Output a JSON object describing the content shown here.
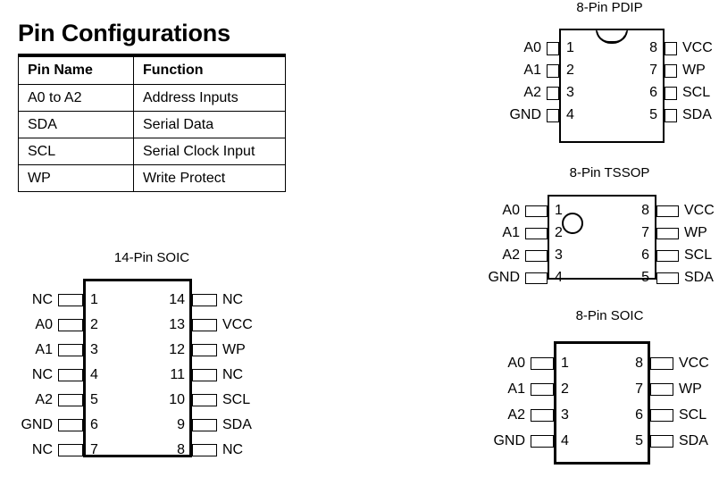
{
  "page": {
    "title": "Pin Configurations"
  },
  "pin_table": {
    "headers": [
      "Pin Name",
      "Function"
    ],
    "rows": [
      {
        "name": "A0 to A2",
        "function": "Address Inputs"
      },
      {
        "name": "SDA",
        "function": "Serial Data"
      },
      {
        "name": "SCL",
        "function": "Serial Clock Input"
      },
      {
        "name": "WP",
        "function": "Write Protect"
      }
    ]
  },
  "packages": [
    {
      "id": "soic14",
      "title": "14-Pin SOIC",
      "marker": "none",
      "left_pins": [
        {
          "num": "1",
          "label": "NC"
        },
        {
          "num": "2",
          "label": "A0"
        },
        {
          "num": "3",
          "label": "A1"
        },
        {
          "num": "4",
          "label": "NC"
        },
        {
          "num": "5",
          "label": "A2"
        },
        {
          "num": "6",
          "label": "GND"
        },
        {
          "num": "7",
          "label": "NC"
        }
      ],
      "right_pins": [
        {
          "num": "14",
          "label": "NC"
        },
        {
          "num": "13",
          "label": "VCC"
        },
        {
          "num": "12",
          "label": "WP"
        },
        {
          "num": "11",
          "label": "NC"
        },
        {
          "num": "10",
          "label": "SCL"
        },
        {
          "num": "9",
          "label": "SDA"
        },
        {
          "num": "8",
          "label": "NC"
        }
      ]
    },
    {
      "id": "pdip8",
      "title": "8-Pin PDIP",
      "marker": "notch",
      "left_pins": [
        {
          "num": "1",
          "label": "A0"
        },
        {
          "num": "2",
          "label": "A1"
        },
        {
          "num": "3",
          "label": "A2"
        },
        {
          "num": "4",
          "label": "GND"
        }
      ],
      "right_pins": [
        {
          "num": "8",
          "label": "VCC"
        },
        {
          "num": "7",
          "label": "WP"
        },
        {
          "num": "6",
          "label": "SCL"
        },
        {
          "num": "5",
          "label": "SDA"
        }
      ]
    },
    {
      "id": "tssop8",
      "title": "8-Pin TSSOP",
      "marker": "dot",
      "left_pins": [
        {
          "num": "1",
          "label": "A0"
        },
        {
          "num": "2",
          "label": "A1"
        },
        {
          "num": "3",
          "label": "A2"
        },
        {
          "num": "4",
          "label": "GND"
        }
      ],
      "right_pins": [
        {
          "num": "8",
          "label": "VCC"
        },
        {
          "num": "7",
          "label": "WP"
        },
        {
          "num": "6",
          "label": "SCL"
        },
        {
          "num": "5",
          "label": "SDA"
        }
      ]
    },
    {
      "id": "soic8",
      "title": "8-Pin SOIC",
      "marker": "none",
      "left_pins": [
        {
          "num": "1",
          "label": "A0"
        },
        {
          "num": "2",
          "label": "A1"
        },
        {
          "num": "3",
          "label": "A2"
        },
        {
          "num": "4",
          "label": "GND"
        }
      ],
      "right_pins": [
        {
          "num": "8",
          "label": "VCC"
        },
        {
          "num": "7",
          "label": "WP"
        },
        {
          "num": "6",
          "label": "SCL"
        },
        {
          "num": "5",
          "label": "SDA"
        }
      ]
    }
  ]
}
